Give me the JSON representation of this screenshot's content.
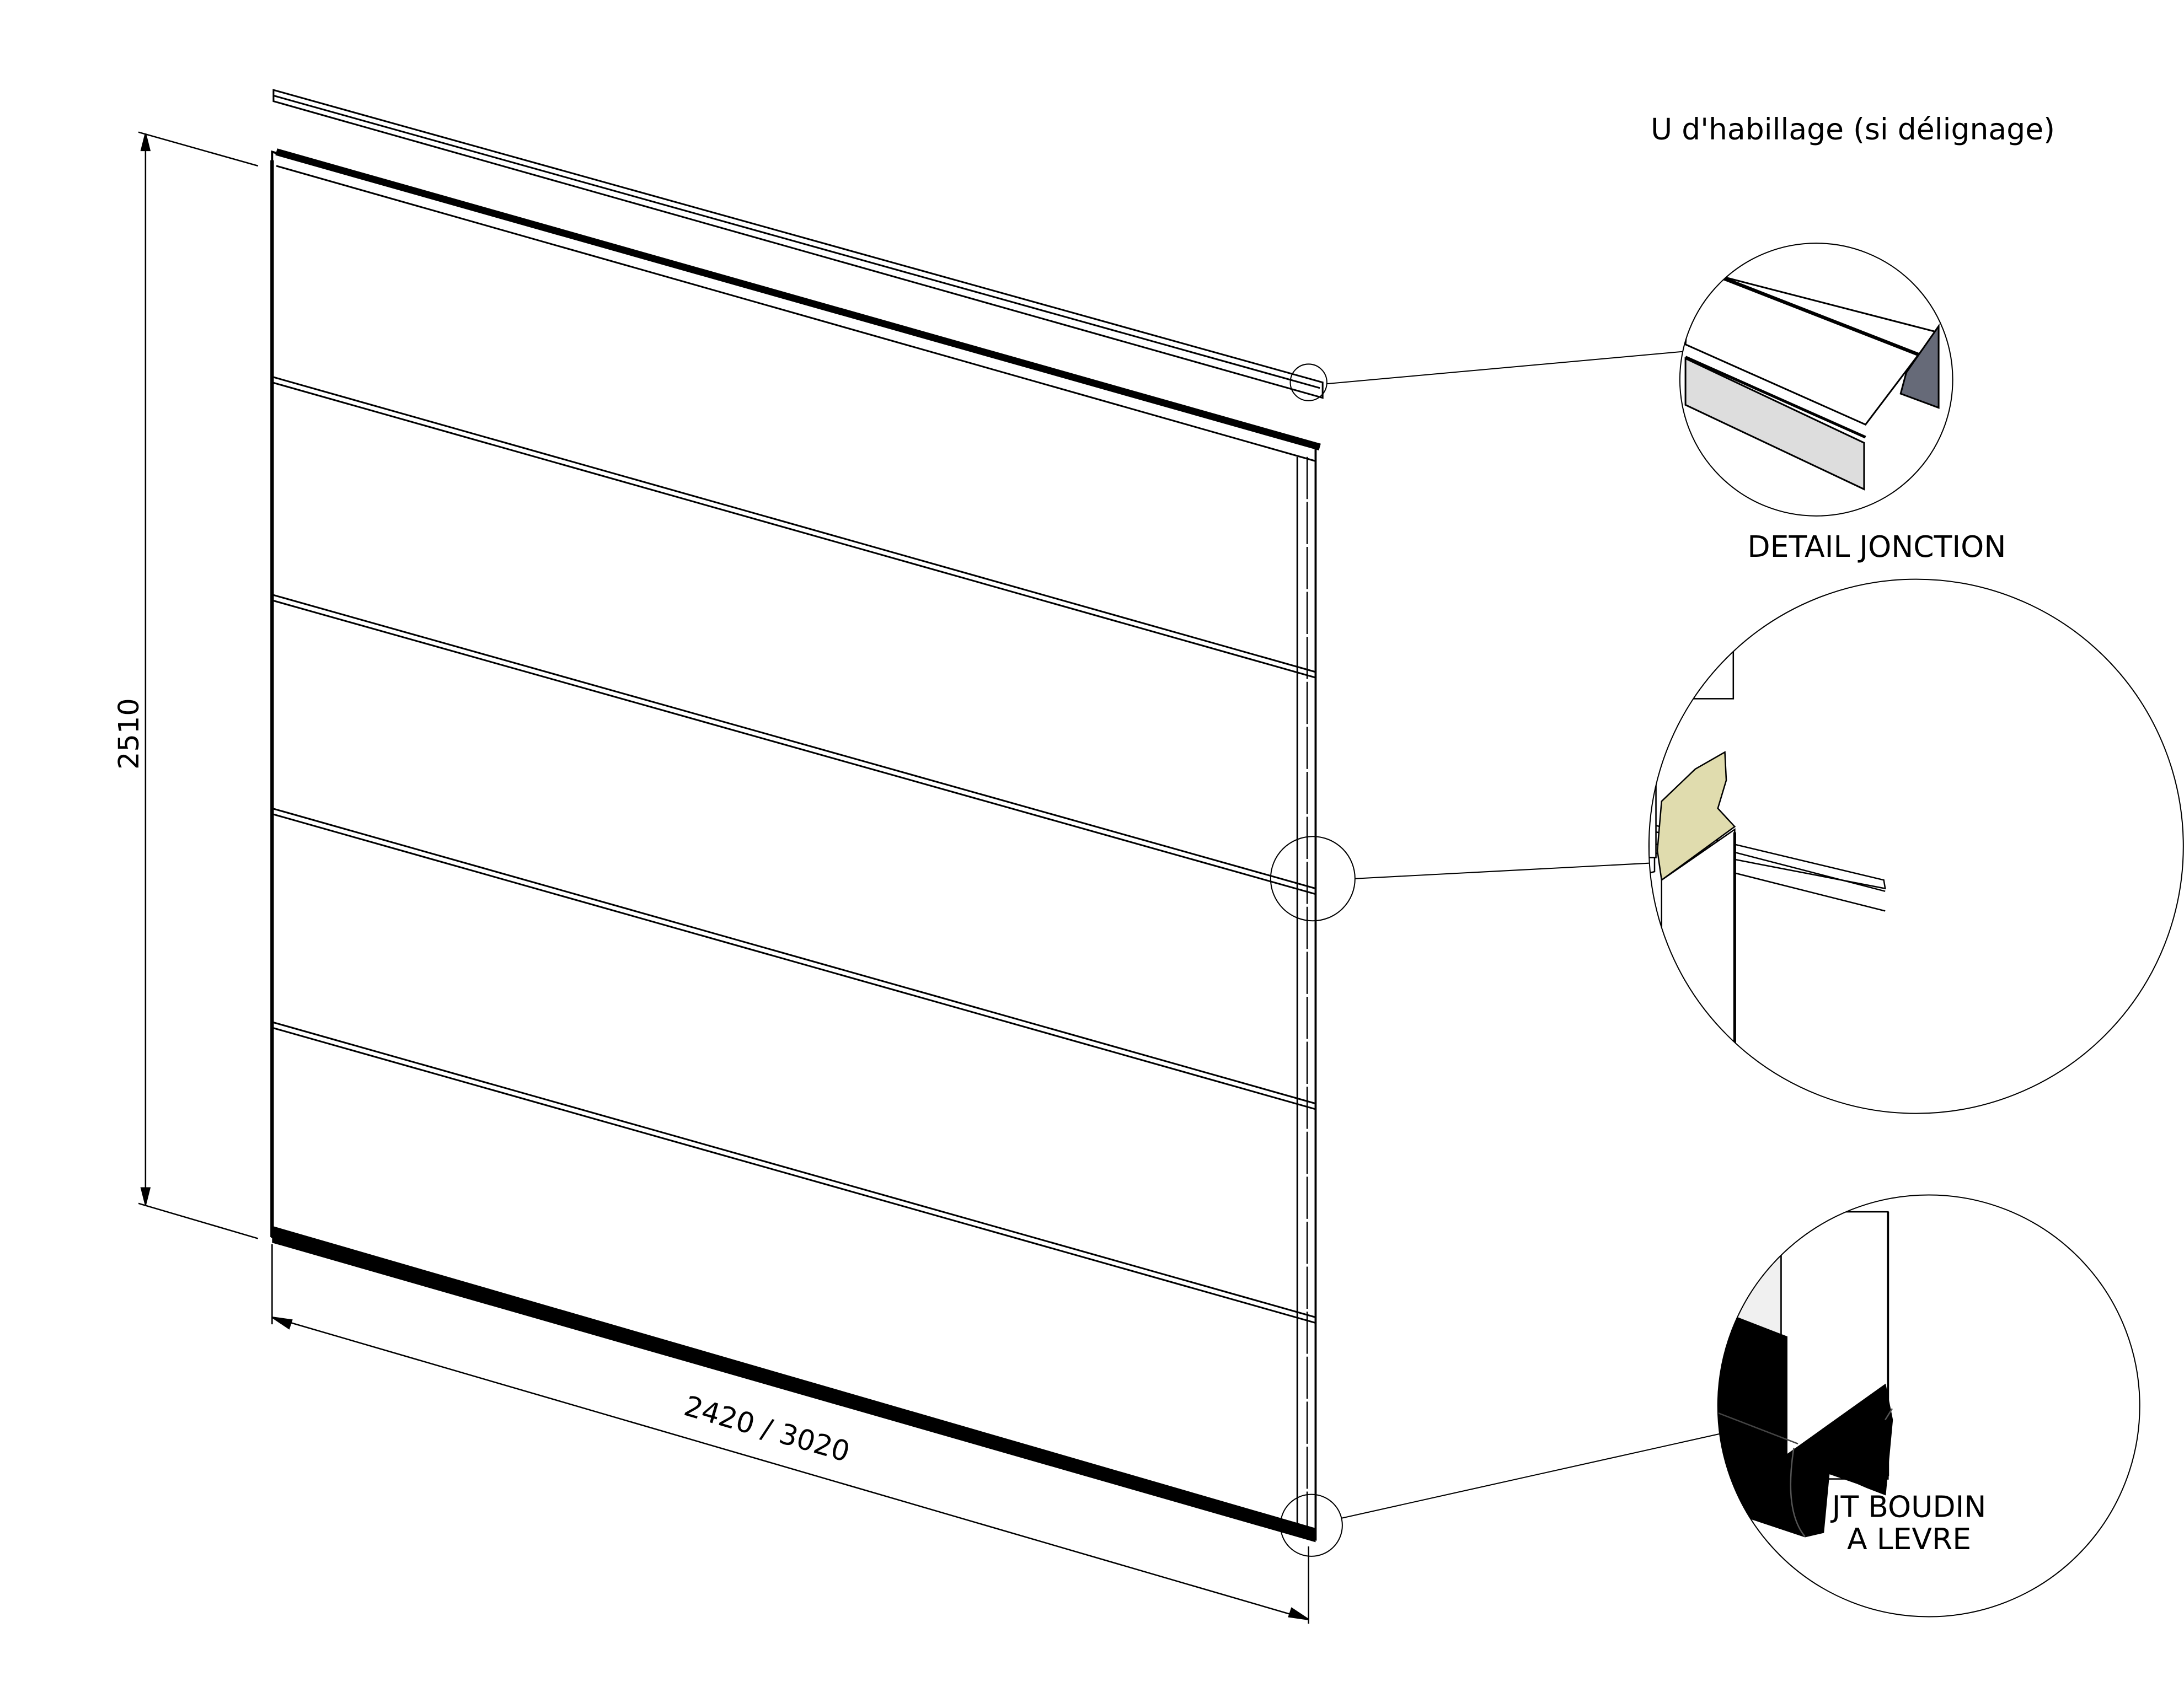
{
  "drawing": {
    "dimensions": {
      "height_label": "2510",
      "width_label": "2420 / 3020"
    },
    "details": [
      {
        "id": "u-trim",
        "label": "U d'habillage (si délignage)"
      },
      {
        "id": "joint",
        "label": "DETAIL JONCTION"
      },
      {
        "id": "seal",
        "label_line1": "JT BOUDIN",
        "label_line2": "A LEVRE"
      }
    ],
    "colors": {
      "line": "#000000",
      "foam": "#e0dcae",
      "trim_side": "#666a78",
      "trim_face": "#dddddd",
      "edge_face": "#f0f0f0",
      "seal": "#000000"
    }
  }
}
